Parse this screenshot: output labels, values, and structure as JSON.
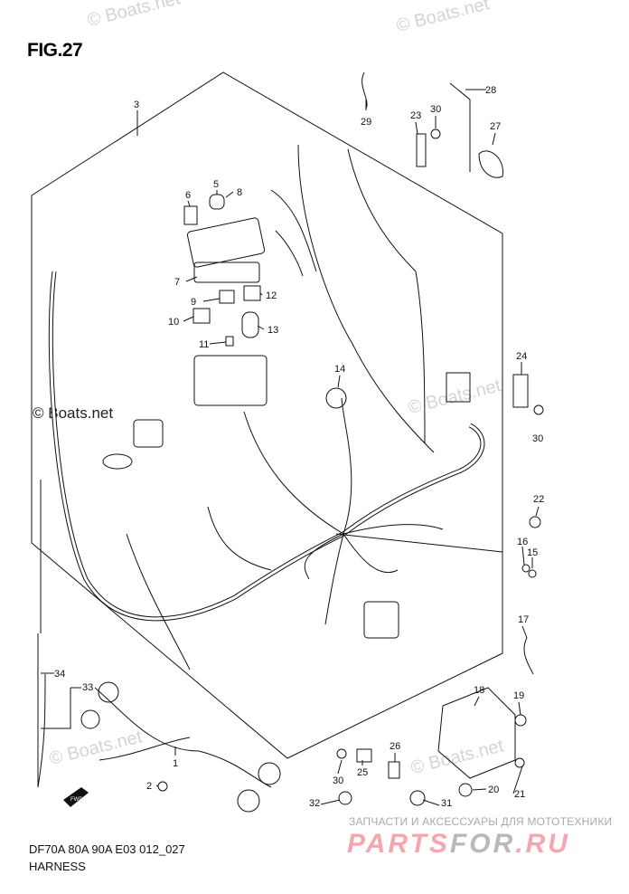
{
  "figure": {
    "title": "FIG.27",
    "model": "DF70A 80A 90A E03 012_027",
    "name": "HARNESS"
  },
  "watermarks": {
    "boats": "© Boats.net",
    "parts_sub": "ЗАПЧАСТИ И АКСЕССУАРЫ ДЛЯ МОТОТЕХНИКИ",
    "parts_logo_a": "PARTS",
    "parts_logo_b": "FOR",
    "parts_logo_c": ".RU"
  },
  "fwd_label": "FWD",
  "callouts": [
    "3",
    "28",
    "29",
    "23",
    "30",
    "27",
    "5",
    "6",
    "8",
    "7",
    "9",
    "12",
    "10",
    "13",
    "11",
    "14",
    "24",
    "30",
    "22",
    "16",
    "15",
    "17",
    "18",
    "19",
    "26",
    "25",
    "30",
    "21",
    "20",
    "32",
    "31",
    "34",
    "33",
    "1",
    "2"
  ]
}
